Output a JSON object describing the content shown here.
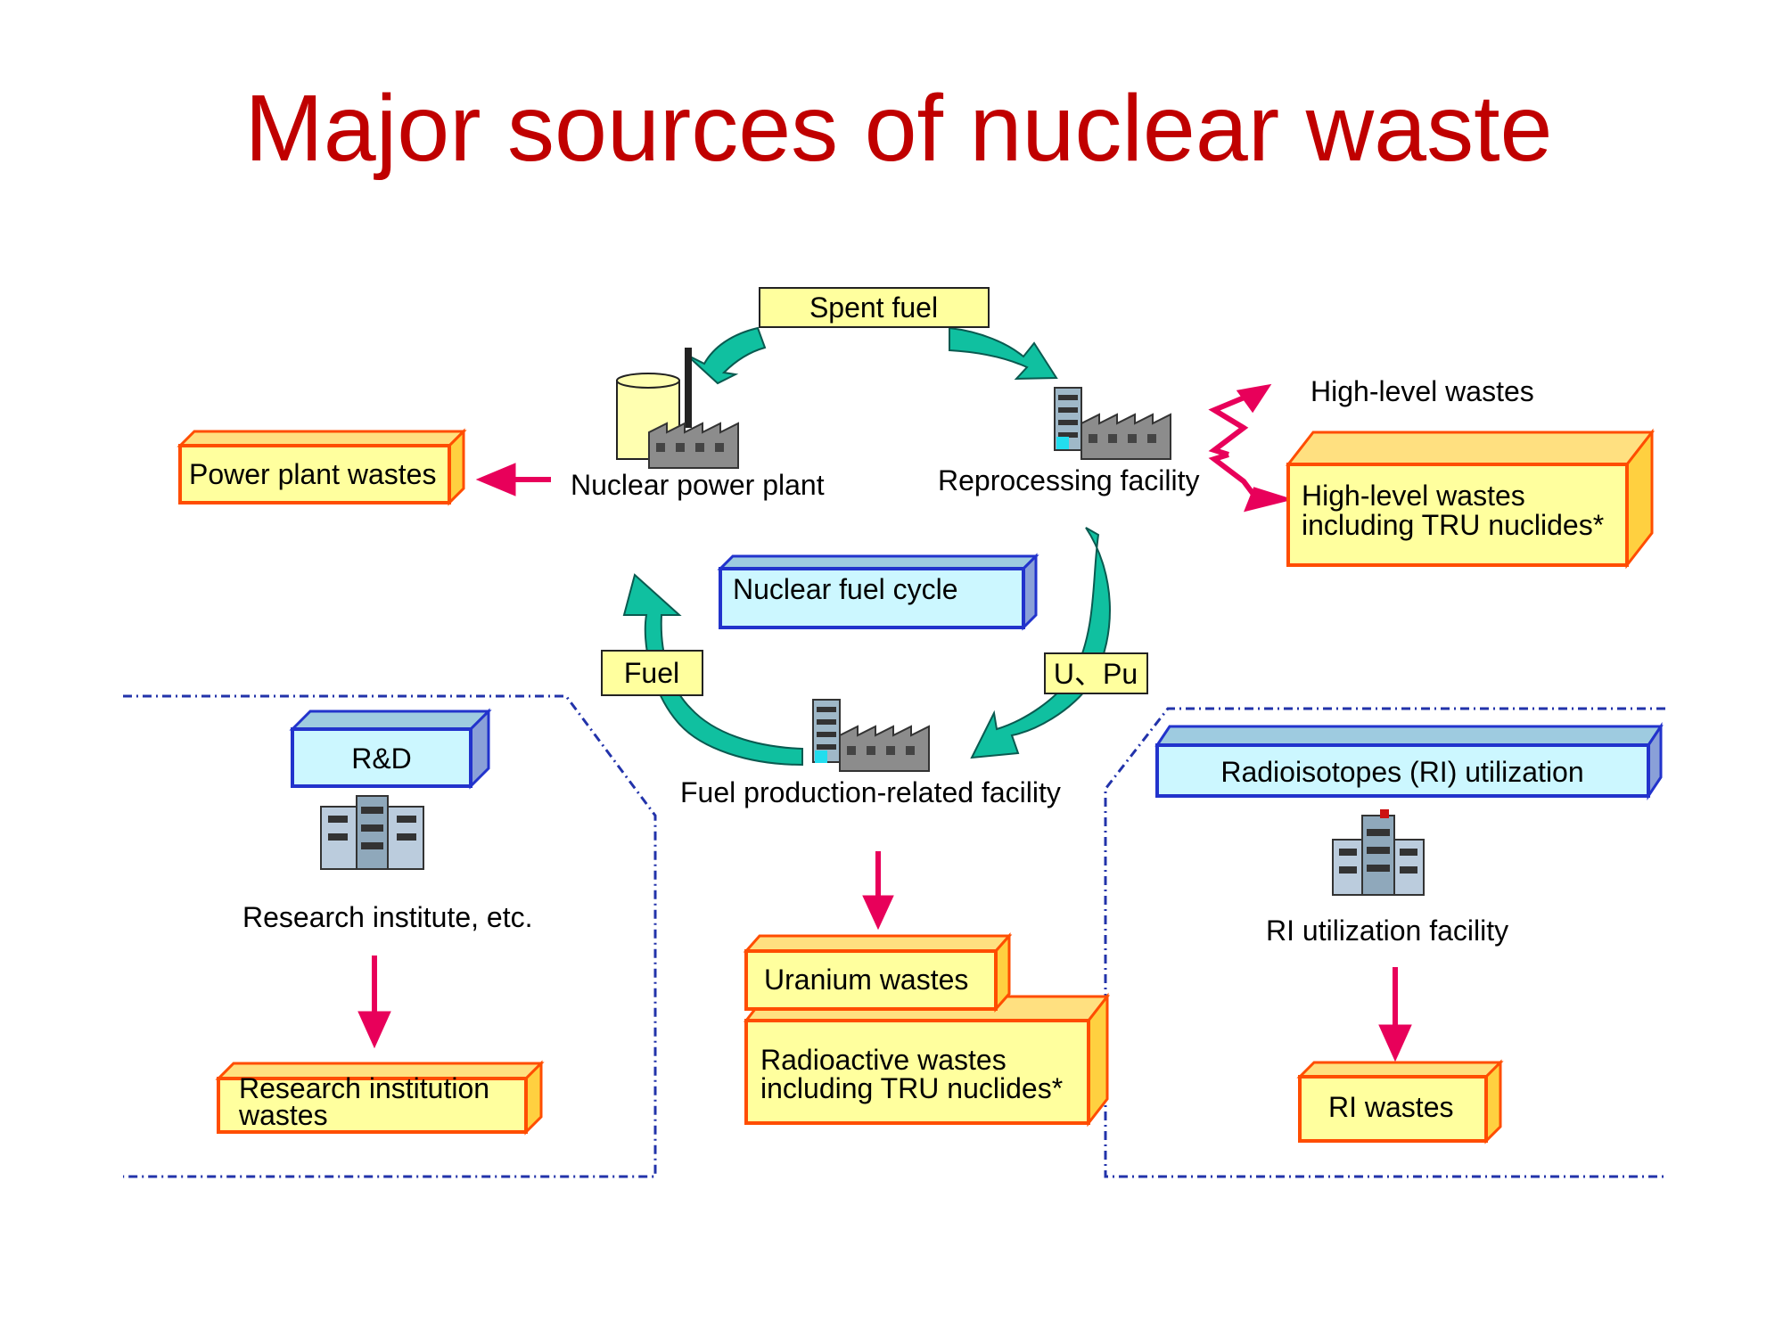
{
  "title": "Major sources of nuclear waste",
  "colors": {
    "title": "#c00000",
    "arrow_cycle": "#10c0a0",
    "arrow_pink": "#e8005a",
    "box_yellow": "#ffff9e",
    "box_yellow_border": "#ff4d00",
    "box_blue": "#ccf7ff",
    "box_blue_border": "#2233cc",
    "dotted_border": "#2233aa"
  },
  "cycle": {
    "spent_fuel": "Spent fuel",
    "fuel": "Fuel",
    "u_pu": "U、Pu",
    "nuclear_fuel_cycle": "Nuclear fuel cycle"
  },
  "facilities": {
    "nuclear_power_plant": "Nuclear power plant",
    "reprocessing_facility": "Reprocessing facility",
    "fuel_production": "Fuel production-related facility",
    "research_institute": "Research institute, etc.",
    "ri_facility": "RI utilization facility"
  },
  "wastes": {
    "power_plant": "Power plant wastes",
    "high_level_label": "High-level wastes",
    "high_level_tru_line1": "High-level wastes",
    "high_level_tru_line2": "including TRU nuclides*",
    "uranium": "Uranium wastes",
    "radioactive_line1": "Radioactive wastes",
    "radioactive_line2": "including TRU nuclides*",
    "research_line1": "Research institution",
    "research_line2": "wastes",
    "ri": "RI wastes"
  },
  "sections": {
    "rd": "R&D",
    "ri_utilization": "Radioisotopes (RI) utilization"
  },
  "icons": [
    "power-plant-icon",
    "reprocessing-facility-icon",
    "fuel-facility-icon",
    "research-building-icon",
    "ri-building-icon"
  ]
}
